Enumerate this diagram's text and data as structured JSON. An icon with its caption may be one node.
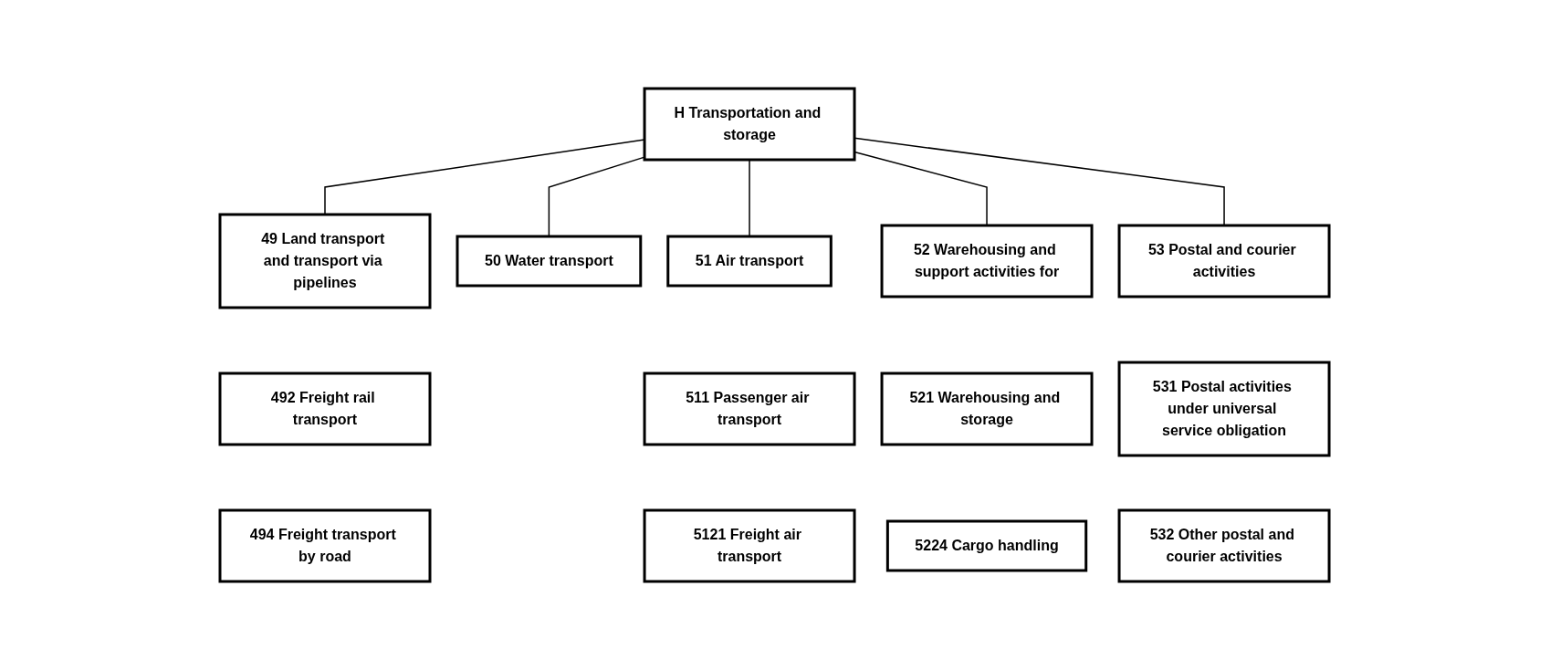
{
  "diagram": {
    "nodes": [
      {
        "text": [
          "H Transportation and storage"
        ]
      },
      {
        "text": [
          "49 Land transport and transport via pipelines"
        ]
      },
      {
        "text": [
          "50 Water transport"
        ]
      },
      {
        "text": [
          "51 Air transport"
        ]
      },
      {
        "text": [
          "52 Warehousing and support activities for"
        ]
      },
      {
        "text": [
          "53 Postal and courier activities"
        ]
      },
      {
        "text": [
          "492 Freight rail transport"
        ]
      },
      {
        "text": [
          "511 Passenger air transport"
        ]
      },
      {
        "text": [
          "521 Warehousing and storage"
        ]
      },
      {
        "text": [
          "531 Postal activities under universal service obligation"
        ]
      },
      {
        "text": [
          "494 Freight transport by road"
        ]
      },
      {
        "text": [
          "5121 Freight air transport"
        ]
      },
      {
        "text": [
          "5224 Cargo handling"
        ]
      },
      {
        "text": [
          "532 Other postal and courier activities"
        ]
      }
    ],
    "edges": [
      {
        "from": 0,
        "to": 1,
        "arrow": "none"
      },
      {
        "from": 0,
        "to": 2,
        "arrow": "none"
      },
      {
        "from": 0,
        "to": 3,
        "arrow": "none"
      },
      {
        "from": 0,
        "to": 4,
        "arrow": "none"
      },
      {
        "from": 0,
        "to": 5,
        "arrow": "none"
      }
    ]
  }
}
